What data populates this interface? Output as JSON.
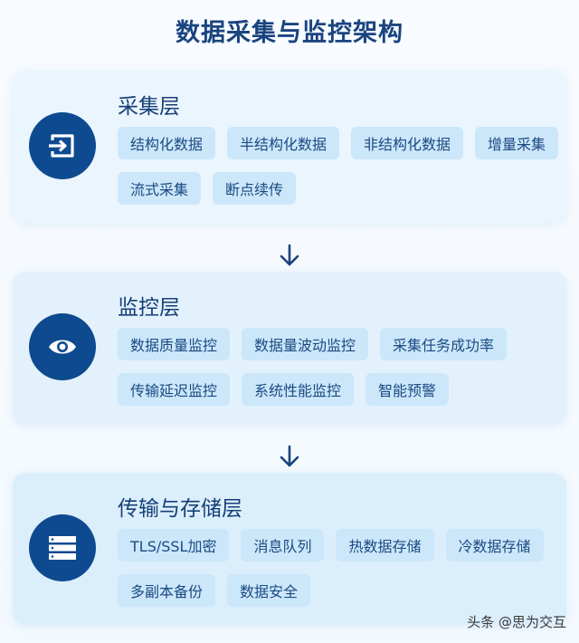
{
  "title": "数据采集与监控架构",
  "colors": {
    "title": "#1a447f",
    "icon_circle": "#0e4a8f",
    "pill_bg": "#cce7fa",
    "pill_text": "#1b4a82",
    "card1_bg": "#ebf5fd",
    "card2_bg": "#e2f1fc",
    "card3_bg": "#dbeefb"
  },
  "layers": [
    {
      "title": "采集层",
      "icon": "input-arrow-icon",
      "items": [
        "结构化数据",
        "半结构化数据",
        "非结构化数据",
        "增量采集",
        "流式采集",
        "断点续传"
      ]
    },
    {
      "title": "监控层",
      "icon": "eye-icon",
      "items": [
        "数据质量监控",
        "数据量波动监控",
        "采集任务成功率",
        "传输延迟监控",
        "系统性能监控",
        "智能预警"
      ]
    },
    {
      "title": "传输与存储层",
      "icon": "server-stack-icon",
      "items": [
        "TLS/SSL加密",
        "消息队列",
        "热数据存储",
        "冷数据存储",
        "多副本备份",
        "数据安全"
      ]
    }
  ],
  "flow_arrows": [
    "down-arrow",
    "down-arrow"
  ],
  "watermark": "头条 @思为交互"
}
